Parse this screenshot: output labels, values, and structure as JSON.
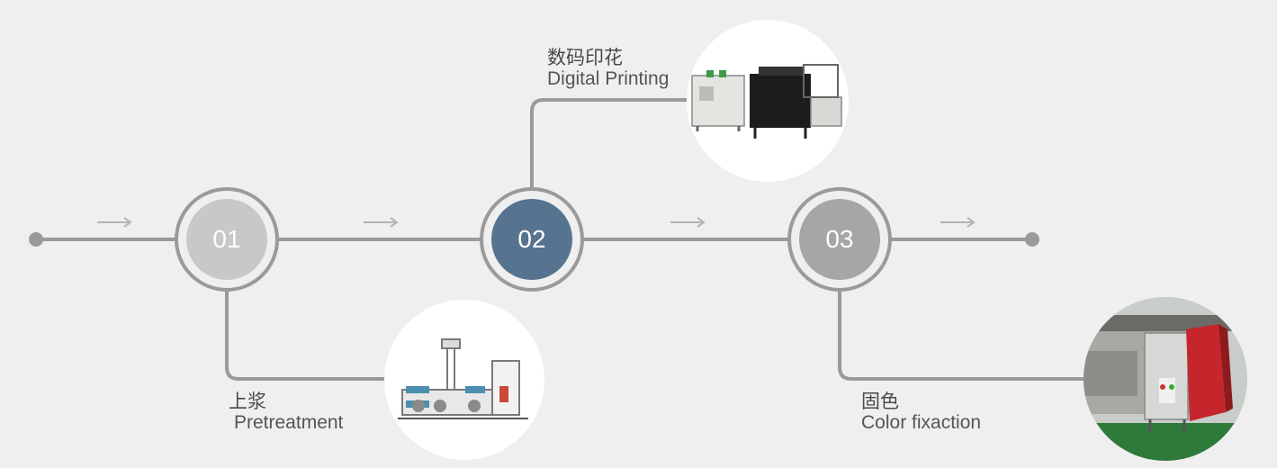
{
  "colors": {
    "background": "#efefef",
    "line": "#9a9a9a",
    "step_01": "#c8c8c8",
    "step_02": "#567390",
    "step_03": "#a6a6a6"
  },
  "steps": [
    {
      "number": "01",
      "label_zh": "上浆",
      "label_en": "Pretreatment"
    },
    {
      "number": "02",
      "label_zh": "数码印花",
      "label_en": "Digital Printing"
    },
    {
      "number": "03",
      "label_zh": "固色",
      "label_en": "Color fixaction"
    }
  ],
  "icons": {
    "arrow": "right-arrow-icon",
    "machine": "machine-photo"
  }
}
